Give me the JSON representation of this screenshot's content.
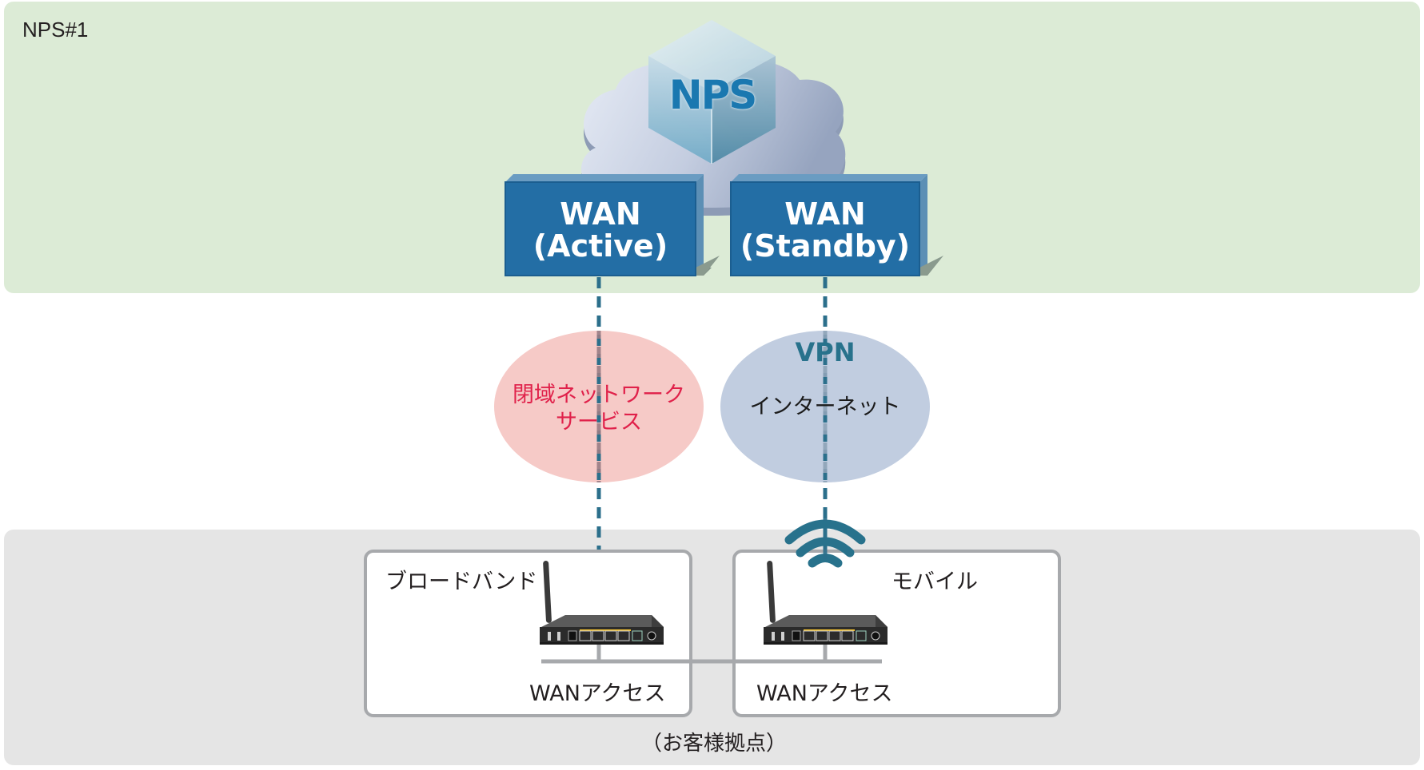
{
  "nps_zone": {
    "label": "NPS#1",
    "cloud_logo": "NPS",
    "background_color": "#dcebd6"
  },
  "wan_nodes": [
    {
      "title": "WAN",
      "subtitle": "(Active)",
      "color": "#236ea5"
    },
    {
      "title": "WAN",
      "subtitle": "(Standby)",
      "color": "#236ea5"
    }
  ],
  "networks": [
    {
      "name": "閉域ネットワークサービス",
      "lines": [
        "閉域ネットワーク",
        "サービス"
      ],
      "fill": "#f6cac7",
      "text_color": "#e0214a",
      "badge": ""
    },
    {
      "name": "インターネット",
      "lines": [
        "インターネット"
      ],
      "fill": "#c1cde0",
      "text_color": "#1b1b1b",
      "badge": "VPN",
      "badge_color": "#28728c"
    }
  ],
  "link_color": "#2b6f8b",
  "customer_zone": {
    "caption": "（お客様拠点）",
    "background_color": "#e5e5e5",
    "sites": [
      {
        "type": "ブロードバンド",
        "access": "WANアクセス",
        "device": "router-icon"
      },
      {
        "type": "モバイル",
        "access": "WANアクセス",
        "device": "router-icon",
        "wireless": "wifi-icon"
      }
    ]
  }
}
